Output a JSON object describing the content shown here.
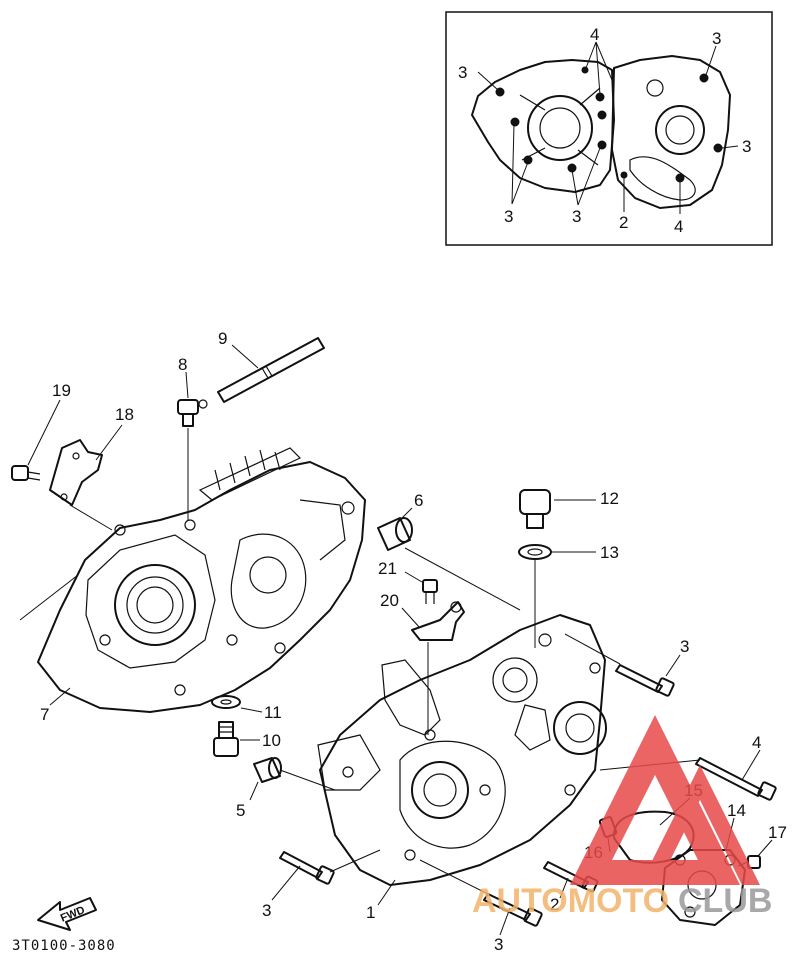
{
  "diagram": {
    "code": "3T0100-3080",
    "forward_label": "FWD"
  },
  "inset_labels": [
    {
      "id": "i3a",
      "text": "3"
    },
    {
      "id": "i4a",
      "text": "4"
    },
    {
      "id": "i3b",
      "text": "3"
    },
    {
      "id": "i3c",
      "text": "3"
    },
    {
      "id": "i3d",
      "text": "3"
    },
    {
      "id": "i3e",
      "text": "3"
    },
    {
      "id": "i2",
      "text": "2"
    },
    {
      "id": "i4b",
      "text": "4"
    }
  ],
  "part_labels": [
    {
      "id": "p9",
      "text": "9"
    },
    {
      "id": "p8",
      "text": "8"
    },
    {
      "id": "p19",
      "text": "19"
    },
    {
      "id": "p18",
      "text": "18"
    },
    {
      "id": "p6",
      "text": "6"
    },
    {
      "id": "p12",
      "text": "12"
    },
    {
      "id": "p13",
      "text": "13"
    },
    {
      "id": "p21",
      "text": "21"
    },
    {
      "id": "p20",
      "text": "20"
    },
    {
      "id": "p3a",
      "text": "3"
    },
    {
      "id": "p7",
      "text": "7"
    },
    {
      "id": "p11",
      "text": "11"
    },
    {
      "id": "p10",
      "text": "10"
    },
    {
      "id": "p4",
      "text": "4"
    },
    {
      "id": "p5",
      "text": "5"
    },
    {
      "id": "p15",
      "text": "15"
    },
    {
      "id": "p14",
      "text": "14"
    },
    {
      "id": "p17",
      "text": "17"
    },
    {
      "id": "p16",
      "text": "16"
    },
    {
      "id": "p2",
      "text": "2"
    },
    {
      "id": "p3b",
      "text": "3"
    },
    {
      "id": "p1",
      "text": "1"
    },
    {
      "id": "p3c",
      "text": "3"
    }
  ],
  "watermark": {
    "left": "AUTOMOTO",
    "right": "CLUB",
    "colors": {
      "triangle": "#e84a4a",
      "text_left": "#f2b36b",
      "text_right": "#9a9a9a"
    }
  }
}
